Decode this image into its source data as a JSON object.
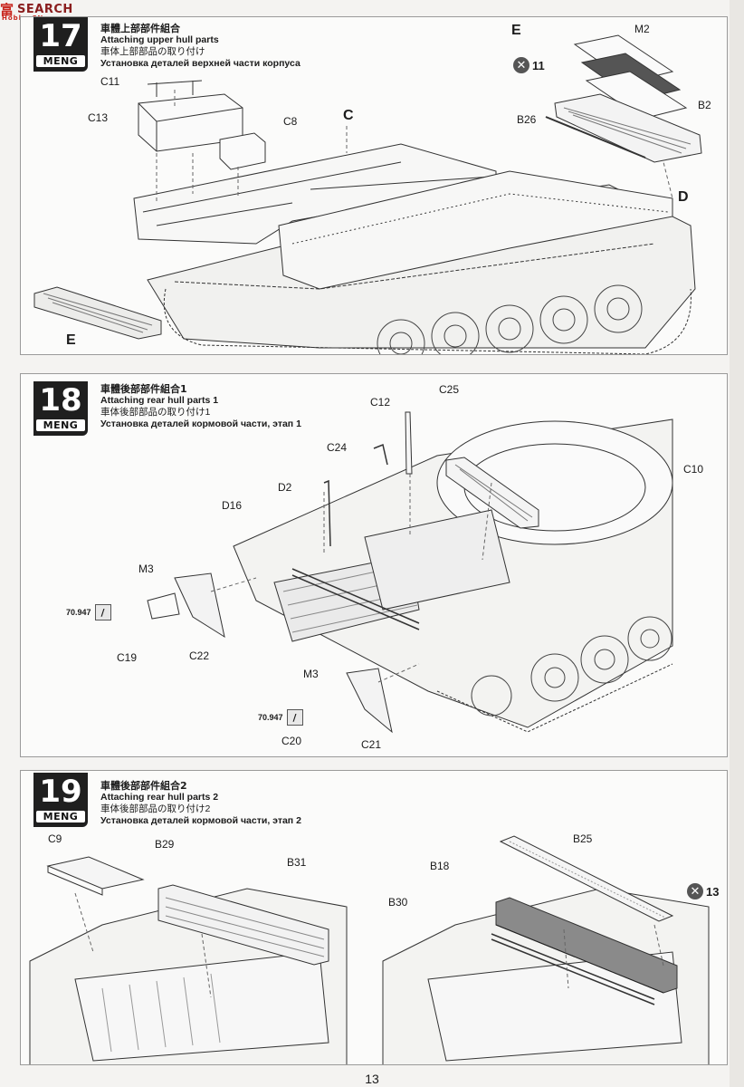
{
  "watermark": {
    "cn": "富",
    "sub": "Hobby.CN",
    "en": "SEARCH"
  },
  "brand": "MENG",
  "steps": [
    {
      "number": "17",
      "title_cn": "車體上部部件組合",
      "title_en": "Attaching upper hull parts",
      "title_jp": "車体上部部品の取り付け",
      "title_ru": "Установка деталей верхней части корпуса",
      "labels": {
        "c11": "C11",
        "c13": "C13",
        "c8": "C8",
        "c": "C",
        "d": "D",
        "e_top": "E",
        "e_bottom": "E",
        "m2": "M2",
        "b26": "B26",
        "b2": "B2",
        "x_count": "11"
      }
    },
    {
      "number": "18",
      "title_cn": "車體後部部件組合1",
      "title_en": "Attaching rear hull parts 1",
      "title_jp": "車体後部部品の取り付け1",
      "title_ru": "Установка деталей кормовой части, этап 1",
      "labels": {
        "c12": "C12",
        "c25": "C25",
        "c24": "C24",
        "c10": "C10",
        "d2": "D2",
        "d16": "D16",
        "m3_a": "M3",
        "c19": "C19",
        "c22": "C22",
        "m3_b": "M3",
        "c20": "C20",
        "c21": "C21",
        "size_a": "70.947",
        "size_b": "70.947"
      }
    },
    {
      "number": "19",
      "title_cn": "車體後部部件組合2",
      "title_en": "Attaching rear hull parts 2",
      "title_jp": "車体後部部品の取り付け2",
      "title_ru": "Установка деталей кормовой части, этап 2",
      "labels": {
        "c9": "C9",
        "b29": "B29",
        "b31": "B31",
        "b25": "B25",
        "b18": "B18",
        "b30": "B30",
        "x_count": "13"
      }
    }
  ],
  "page_number": "13"
}
